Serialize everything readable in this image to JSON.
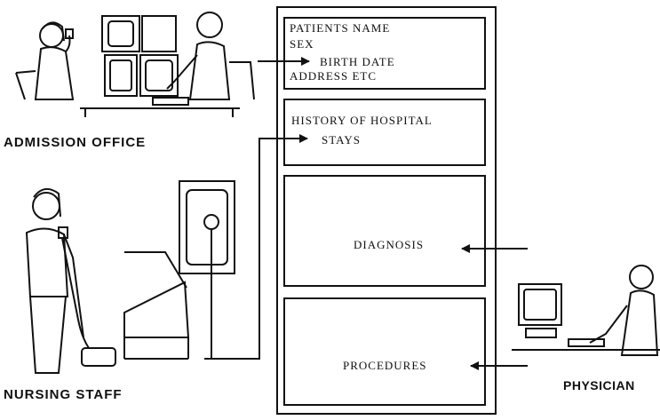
{
  "record": {
    "box1": {
      "line1": "PATIENTS NAME",
      "line2": "SEX",
      "line3": "BIRTH DATE",
      "line4": "ADDRESS ETC"
    },
    "box2": {
      "line1": "HISTORY OF HOSPITAL",
      "line2": "STAYS"
    },
    "box3": {
      "label": "DIAGNOSIS"
    },
    "box4": {
      "label": "PROCEDURES"
    }
  },
  "people": {
    "admission": "ADMISSION OFFICE",
    "nursing": "NURSING STAFF",
    "physician": "PHYSICIAN"
  }
}
